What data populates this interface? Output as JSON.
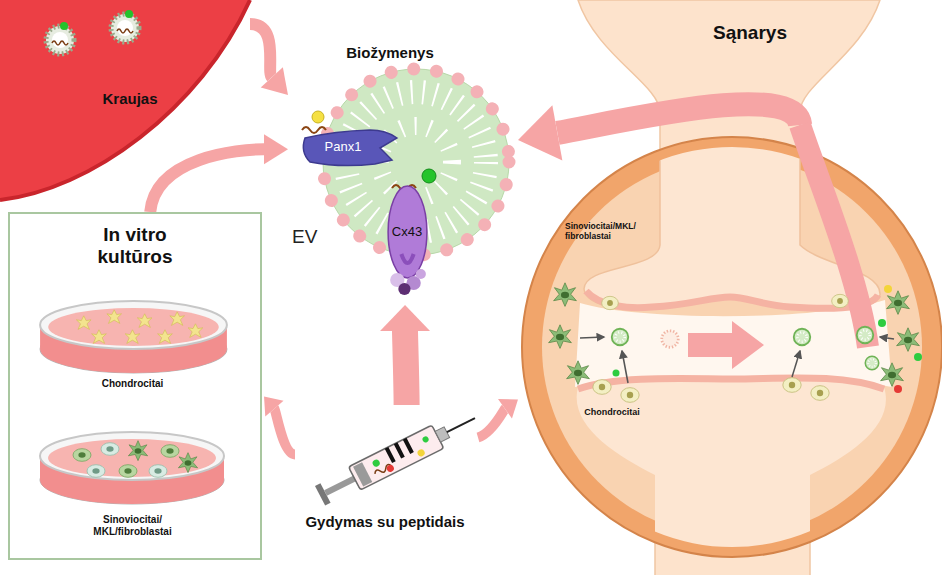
{
  "diagram": {
    "nodes": [
      {
        "text": [
          "Kraujas"
        ]
      },
      {
        "text": [
          "Biožymenys",
          "EV"
        ]
      },
      {
        "text": [
          "Panx1"
        ],
        "in": 1
      },
      {
        "text": [
          "Cx43"
        ],
        "in": 1
      },
      {
        "text": [
          "In vitro kultūros"
        ]
      },
      {
        "text": [
          "Chondrocitai"
        ],
        "in": 4
      },
      {
        "text": [
          "Sinoviocitai/ MKL/fibroblastai"
        ],
        "in": 4
      },
      {
        "text": [
          "Sąnarys"
        ]
      },
      {
        "text": [
          "Gydymas su peptidais"
        ]
      }
    ],
    "edges": [
      {
        "from": 0,
        "to": 1,
        "arrow": "to"
      },
      {
        "from": 4,
        "to": 1,
        "arrow": "to"
      },
      {
        "from": 7,
        "to": 1,
        "arrow": "to"
      },
      {
        "from": 8,
        "to": 1,
        "arrow": "to"
      },
      {
        "from": 8,
        "to": 4,
        "arrow": "to"
      },
      {
        "from": 8,
        "to": 7,
        "arrow": "to"
      }
    ],
    "labels": [
      "Sinoviocitai/MKL/ fibroblastai",
      "Chondrocitai"
    ]
  }
}
